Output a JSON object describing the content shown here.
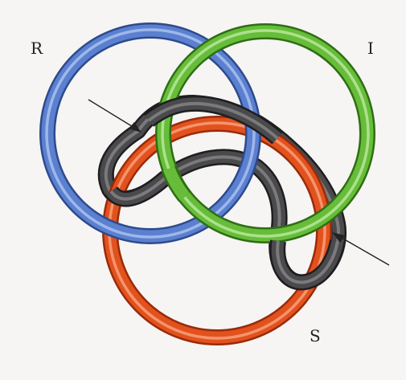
{
  "labels": {
    "r": "R",
    "i": "I",
    "s": "S"
  },
  "colors": {
    "background": "#f6f5f3",
    "ring_r": "#5b80cf",
    "ring_r_highlight": "#a9c1f0",
    "ring_r_shadow": "#2d4a8e",
    "ring_i": "#67bd3a",
    "ring_i_highlight": "#b9e79b",
    "ring_i_shadow": "#2f6e14",
    "ring_s": "#e2521e",
    "ring_s_highlight": "#f7a07a",
    "ring_s_shadow": "#9a2a08",
    "strand": "#4a4a4c",
    "strand_highlight": "#8e8e92",
    "strand_shadow": "#1e1e20",
    "arrow": "#222222"
  },
  "elements": {
    "rings": [
      "ring-r",
      "ring-i",
      "ring-s"
    ],
    "strand": "dark-strand",
    "arrows": [
      "arrow-upper-left",
      "arrow-lower-right"
    ]
  }
}
